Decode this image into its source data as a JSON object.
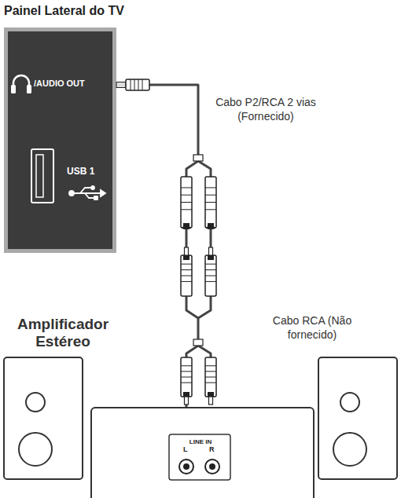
{
  "diagram": {
    "nodes": [
      {
        "text": [
          "Painel Lateral do TV",
          "/AUDIO OUT",
          "USB 1"
        ]
      },
      {
        "text": [
          "Amplificador Estéreo",
          "LINE IN",
          "L",
          "R"
        ]
      }
    ],
    "edges": [
      {
        "from": 0,
        "to": 1,
        "arrow": "none"
      }
    ],
    "labels": [
      "Cabo P2/RCA 2 vias (Fornecido)",
      "Cabo RCA (Não fornecido)"
    ]
  }
}
